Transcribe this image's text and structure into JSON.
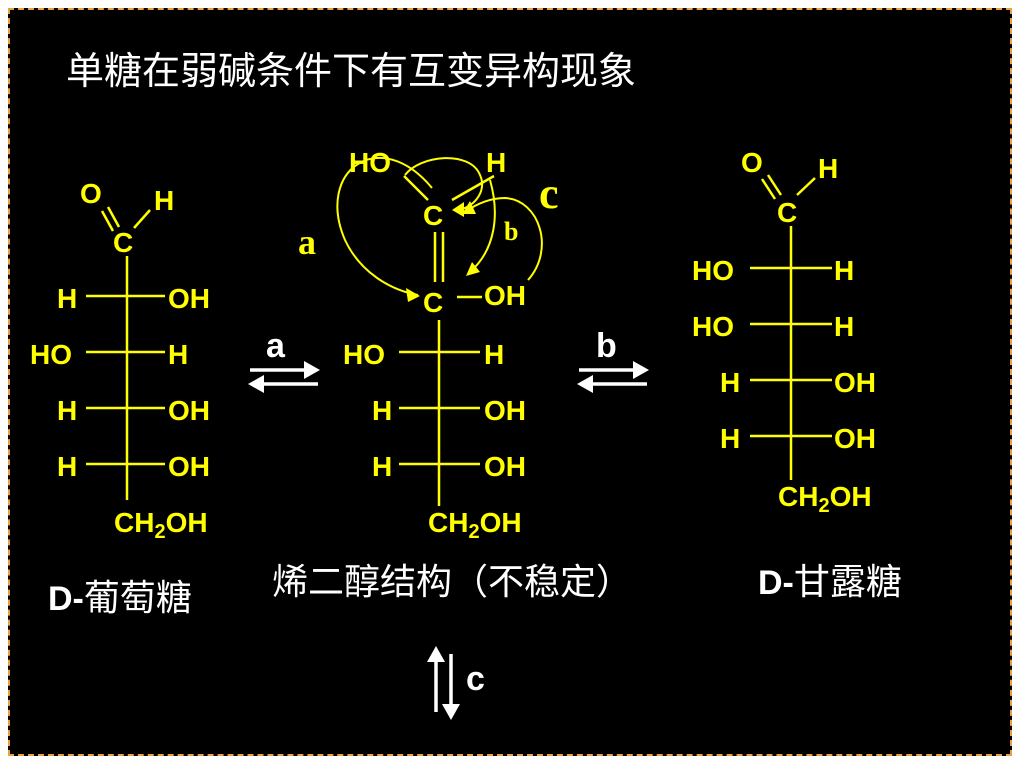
{
  "title": "单糖在弱碱条件下有互变异构现象",
  "labels": {
    "glucose_prefix": "D-",
    "glucose_name": "葡萄糖",
    "enediol": "烯二醇结构（不稳定）",
    "mannose_prefix": "D-",
    "mannose_name": "甘露糖"
  },
  "arrows": {
    "a": "a",
    "b": "b",
    "c": "c"
  },
  "curved": {
    "a": "a",
    "b": "b",
    "c": "c"
  },
  "atoms": {
    "O": "O",
    "H": "H",
    "C": "C",
    "OH": "OH",
    "HO": "HO",
    "CH": "CH",
    "sub2": "2"
  },
  "colors": {
    "background": "#000000",
    "structure": "#ffff00",
    "text": "#ffffff",
    "border": "#e8a040"
  }
}
